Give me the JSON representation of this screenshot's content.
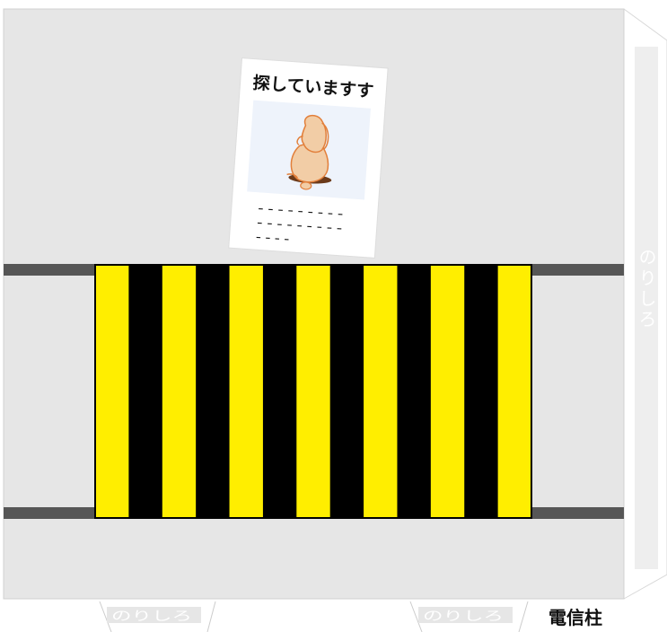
{
  "poster": {
    "title": "探していますす",
    "dash_lines": [
      "---------",
      "---------",
      "----"
    ]
  },
  "glue_tab": {
    "label": "のりしろ"
  },
  "bottom_tabs": [
    {
      "label": "のりしろ"
    },
    {
      "label": "のりしろ"
    }
  ],
  "caption": "電信柱",
  "colors": {
    "panel": "#e6e6e6",
    "band": "#565656",
    "stripe_yellow": "#ffee00",
    "stripe_black": "#000000",
    "tab_text": "#ffffff"
  },
  "stripe_count": 13
}
